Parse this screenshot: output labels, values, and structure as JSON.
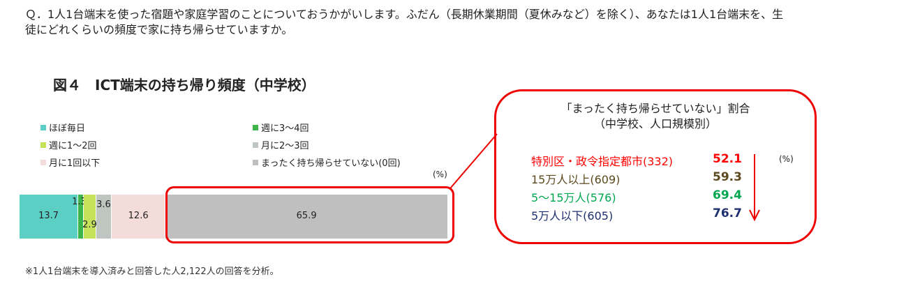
{
  "question": "Ｑ．1人1台端末を使った宿題や家庭学習のことについておうかがいします。ふだん（長期休業期間（夏休みなど）を除く）、あなたは1人1台端末を、生徒にどれくらいの頻度で家に持ち帰らせていますか。",
  "footnote": "※1人1台端末を導入済みと回答した人2,122人の回答を分析。",
  "chart_data": {
    "type": "bar",
    "stacked": true,
    "title": "図４　ICT端末の持ち帰り頻度（中学校）",
    "unit": "(%)",
    "categories": [
      "ほぼ毎日",
      "週に3～4回",
      "週に1～2回",
      "月に2～3回",
      "月に1回以下",
      "まったく持ち帰らせていない(0回)"
    ],
    "values": [
      13.7,
      1.3,
      2.9,
      3.6,
      12.6,
      65.9
    ],
    "colors": [
      "#5ccfc5",
      "#3cb54a",
      "#c5e35a",
      "#bfc6c1",
      "#f3dcd9",
      "#bfbfbf"
    ],
    "legend": "top"
  },
  "callout": {
    "title": "「まったく持ち帰らせていない」割合",
    "subtitle": "（中学校、人口規模別）",
    "unit": "(%)",
    "rows": [
      {
        "label": "特別区・政令指定都市(332)",
        "value": "52.1",
        "color": "#ff0000"
      },
      {
        "label": "15万人以上(609)",
        "value": "59.3",
        "color": "#5c4a1e"
      },
      {
        "label": "5～15万人(576)",
        "value": "69.4",
        "color": "#00a650"
      },
      {
        "label": "5万人以下(605)",
        "value": "76.7",
        "color": "#1f3070"
      }
    ]
  }
}
